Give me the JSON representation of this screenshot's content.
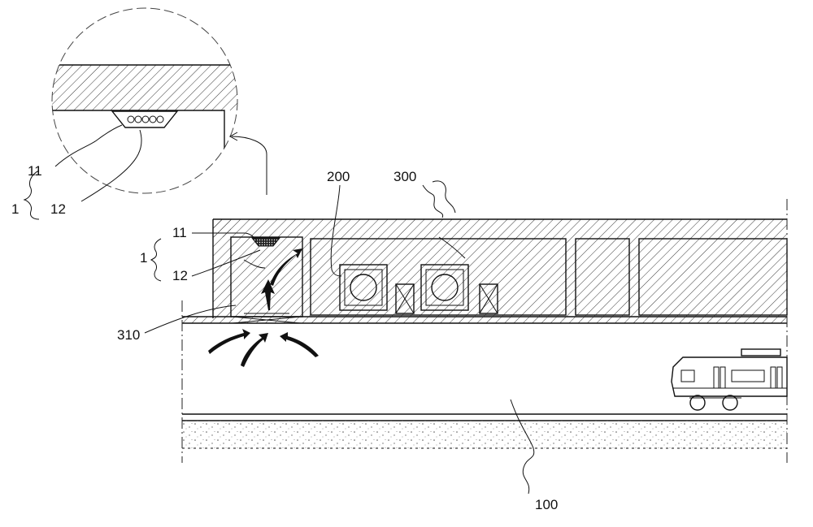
{
  "labels": {
    "detail_11": "11",
    "detail_1": "1",
    "detail_12": "12",
    "main_11": "11",
    "main_1": "1",
    "main_12": "12",
    "ref_200": "200",
    "ref_300": "300",
    "ref_310": "310",
    "ref_100": "100"
  }
}
